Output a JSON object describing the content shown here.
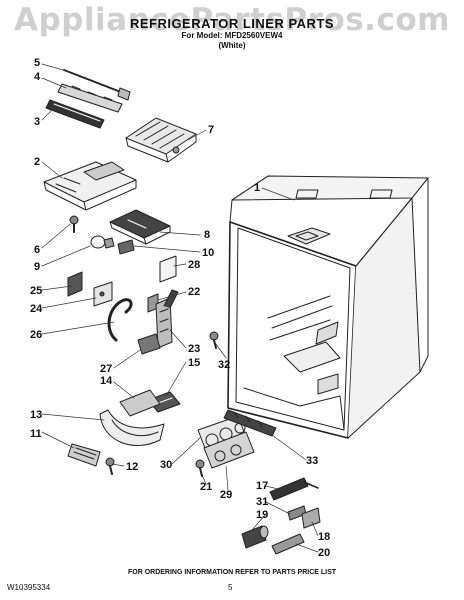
{
  "watermark": "AppliancePartsPros.com",
  "title": "REFRIGERATOR LINER PARTS",
  "model_line": "For Model: MFD2560VEW4",
  "color_line": "(White)",
  "callouts": [
    {
      "id": "c5",
      "label": "5"
    },
    {
      "id": "c4",
      "label": "4"
    },
    {
      "id": "c3",
      "label": "3"
    },
    {
      "id": "c7",
      "label": "7"
    },
    {
      "id": "c2",
      "label": "2"
    },
    {
      "id": "c1",
      "label": "1"
    },
    {
      "id": "c6",
      "label": "6"
    },
    {
      "id": "c8",
      "label": "8"
    },
    {
      "id": "c9",
      "label": "9"
    },
    {
      "id": "c10",
      "label": "10"
    },
    {
      "id": "c28",
      "label": "28"
    },
    {
      "id": "c25",
      "label": "25"
    },
    {
      "id": "c22",
      "label": "22"
    },
    {
      "id": "c24",
      "label": "24"
    },
    {
      "id": "c26",
      "label": "26"
    },
    {
      "id": "c32",
      "label": "32"
    },
    {
      "id": "c23",
      "label": "23"
    },
    {
      "id": "c27",
      "label": "27"
    },
    {
      "id": "c15",
      "label": "15"
    },
    {
      "id": "c14",
      "label": "14"
    },
    {
      "id": "c13",
      "label": "13"
    },
    {
      "id": "c11",
      "label": "11"
    },
    {
      "id": "c12",
      "label": "12"
    },
    {
      "id": "c30",
      "label": "30"
    },
    {
      "id": "c33",
      "label": "33"
    },
    {
      "id": "c21",
      "label": "21"
    },
    {
      "id": "c29",
      "label": "29"
    },
    {
      "id": "c17",
      "label": "17"
    },
    {
      "id": "c31",
      "label": "31"
    },
    {
      "id": "c19",
      "label": "19"
    },
    {
      "id": "c18",
      "label": "18"
    },
    {
      "id": "c20",
      "label": "20"
    }
  ],
  "footer": {
    "ordering_note": "FOR ORDERING INFORMATION REFER TO PARTS PRICE LIST",
    "doc_number": "W10395334",
    "page_number": "5"
  }
}
